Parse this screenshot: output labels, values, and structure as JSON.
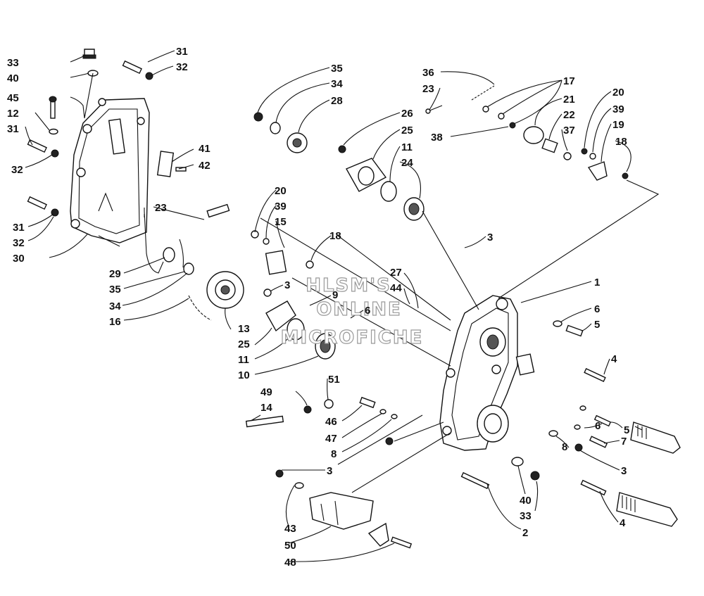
{
  "watermark": {
    "line1": "HLSM'S",
    "line2": "ONLINE",
    "line3": "MICROFICHE"
  },
  "callouts": [
    "33",
    "40",
    "45",
    "12",
    "31",
    "32",
    "31",
    "32",
    "30",
    "31",
    "32",
    "41",
    "42",
    "23",
    "29",
    "35",
    "34",
    "16",
    "13",
    "25",
    "11",
    "10",
    "20",
    "39",
    "15",
    "18",
    "3",
    "9",
    "6",
    "27",
    "44",
    "35",
    "34",
    "28",
    "26",
    "25",
    "11",
    "24",
    "36",
    "23",
    "17",
    "21",
    "38",
    "22",
    "37",
    "20",
    "39",
    "19",
    "18",
    "3",
    "1",
    "6",
    "5",
    "4",
    "51",
    "49",
    "14",
    "46",
    "47",
    "8",
    "6",
    "5",
    "8",
    "7",
    "3",
    "3",
    "43",
    "50",
    "48",
    "40",
    "33",
    "2",
    "4"
  ]
}
